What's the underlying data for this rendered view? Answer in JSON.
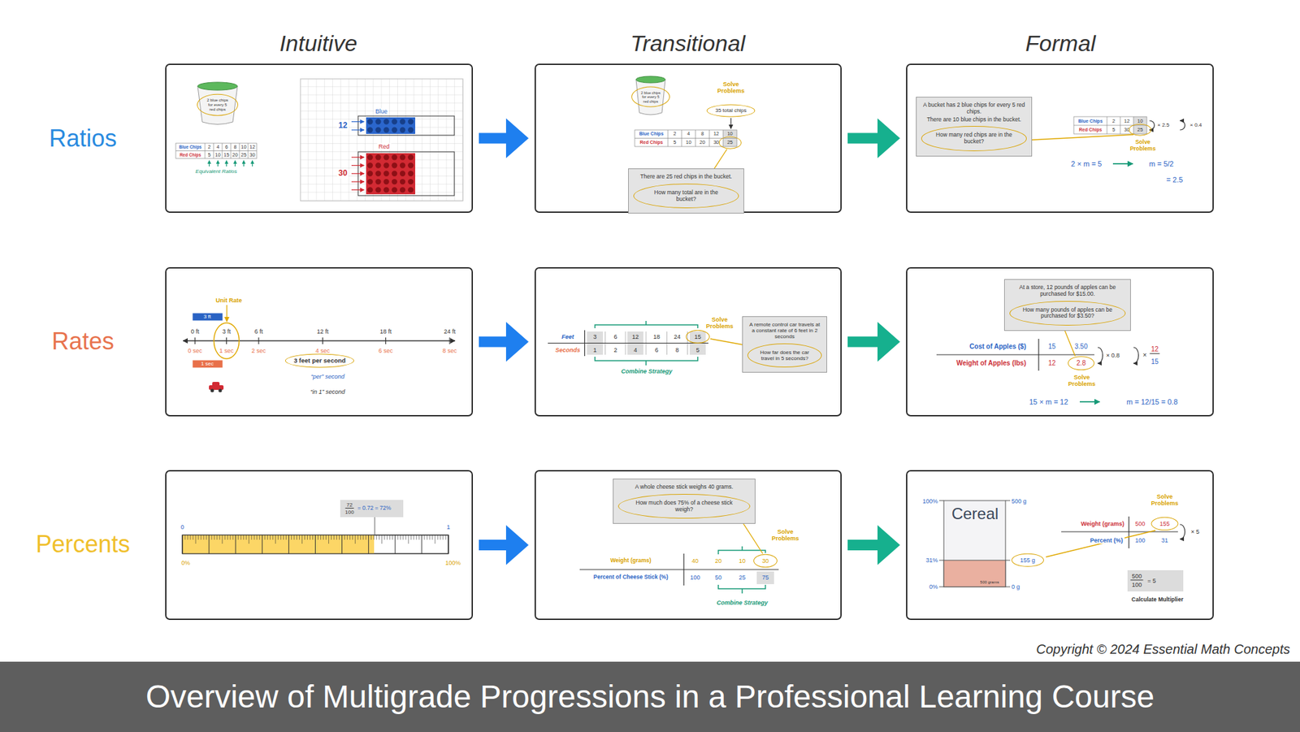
{
  "diagram": {
    "caption": "Overview of Multigrade Progressions in a Professional Learning Course",
    "nodes": [
      {
        "text": [
          "2 blue chips for every 5 red chips",
          "Blue Chips",
          "2",
          "4",
          "6",
          "8",
          "10",
          "12",
          "Red Chips",
          "5",
          "10",
          "15",
          "20",
          "25",
          "30",
          "Equivalent Ratios",
          "12",
          "Blue",
          "30",
          "Red"
        ]
      },
      {
        "text": [
          "2 blue chips for every 5 red chips",
          "Solve Problems",
          "35 total chips",
          "Blue Chips",
          "2",
          "4",
          "8",
          "12",
          "10",
          "Red Chips",
          "5",
          "10",
          "20",
          "30",
          "25"
        ]
      },
      {
        "text": [
          "There are 25 red chips in the bucket.",
          "How many total are in the bucket?"
        ],
        "in": 1
      },
      {
        "text": [
          "Blue Chips",
          "2",
          "12",
          "10",
          "Red Chips",
          "5",
          "30",
          "25",
          "× 2.5",
          "× 0.4",
          "Solve Problems",
          "2 × m = 5",
          "m = 5/2",
          "= 2.5"
        ]
      },
      {
        "text": [
          "A bucket has 2 blue chips for every 5 red chips.",
          "There are 10 blue chips in the bucket.",
          "How many red chips are in the bucket?"
        ],
        "in": 3
      },
      {
        "text": [
          "Unit Rate",
          "3 ft",
          "0 ft",
          "3 ft",
          "6 ft",
          "12 ft",
          "18 ft",
          "24 ft",
          "0 sec",
          "1 sec",
          "2 sec",
          "4 sec",
          "6 sec",
          "8 sec",
          "1 sec",
          "3 feet per second",
          "“per” second",
          "“in 1” second"
        ]
      },
      {
        "text": [
          "Feet",
          "3",
          "6",
          "12",
          "18",
          "24",
          "15",
          "Seconds",
          "1",
          "2",
          "4",
          "6",
          "8",
          "5",
          "Solve Problems",
          "Combine Strategy"
        ]
      },
      {
        "text": [
          "A remote control car travels at a constant rate of 6 feet in 2 seconds",
          "How far does the car travel in 5 seconds?"
        ],
        "in": 6
      },
      {
        "text": [
          "Cost of Apples ($)",
          "15",
          "3.50",
          "Weight of Apples (lbs)",
          "12",
          "2.8",
          "× 0.8",
          "×",
          "12",
          "15",
          "Solve Problems",
          "15 × m = 12",
          "m = 12/15 = 0.8"
        ]
      },
      {
        "text": [
          "At a store, 12 pounds of apples can be purchased for $15.00.",
          "How many pounds of apples can be purchased for $3.50?"
        ],
        "in": 8
      },
      {
        "text": [
          "0",
          "1",
          "0%",
          "100%"
        ]
      },
      {
        "text": [
          "72",
          "100",
          "= 0.72 = 72%"
        ],
        "in": 10
      },
      {
        "text": [
          "Solve Problems",
          "Weight (grams)",
          "40",
          "20",
          "10",
          "30",
          "Percent of Cheese Stick (%)",
          "100",
          "50",
          "25",
          "75",
          "Combine Strategy"
        ]
      },
      {
        "text": [
          "A whole cheese stick weighs 40 grams.",
          "How much does 75% of a cheese stick weigh?"
        ],
        "in": 12
      },
      {
        "text": [
          "Cereal",
          "500 grams",
          "100%",
          "31%",
          "0%",
          "500 g",
          "155 g",
          "0 g",
          "Solve Problems",
          "Weight (grams)",
          "500",
          "155",
          "Percent (%)",
          "100",
          "31",
          "× 5",
          "Calculate Multiplier"
        ]
      },
      {
        "text": [
          "500",
          "100",
          "= 5"
        ],
        "in": 14
      }
    ],
    "edges": [
      {
        "from": 0,
        "to": 1,
        "arrow": "to"
      },
      {
        "from": 1,
        "to": 3,
        "arrow": "to"
      },
      {
        "from": 5,
        "to": 6,
        "arrow": "to"
      },
      {
        "from": 6,
        "to": 8,
        "arrow": "to"
      },
      {
        "from": 10,
        "to": 12,
        "arrow": "to"
      },
      {
        "from": 12,
        "to": 14,
        "arrow": "to"
      }
    ],
    "labels": [
      "Intuitive",
      "Transitional",
      "Formal",
      "Ratios",
      "Rates",
      "Percents",
      "Copyright © 2024 Essential Math Concepts"
    ]
  }
}
